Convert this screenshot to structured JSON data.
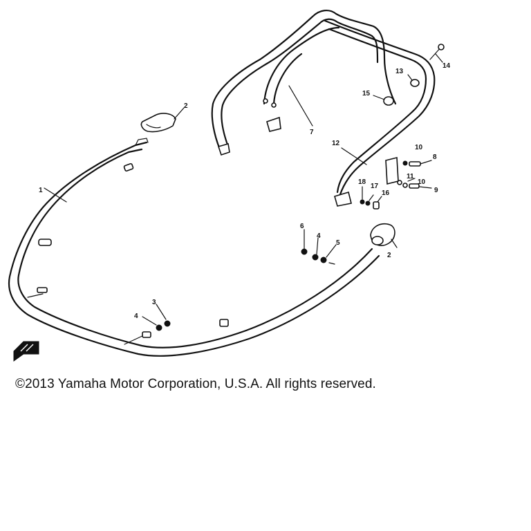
{
  "callouts": {
    "c1": "1",
    "c2a": "2",
    "c2b": "2",
    "c3": "3",
    "c4a": "4",
    "c4b": "4",
    "c5": "5",
    "c6": "6",
    "c7": "7",
    "c8": "8",
    "c9": "9",
    "c10a": "10",
    "c10b": "10",
    "c11": "11",
    "c12": "12",
    "c13": "13",
    "c14": "14",
    "c15": "15",
    "c16": "16",
    "c17": "17",
    "c18": "18"
  },
  "copyright": "©2013 Yamaha Motor Corporation, U.S.A. All rights reserved."
}
